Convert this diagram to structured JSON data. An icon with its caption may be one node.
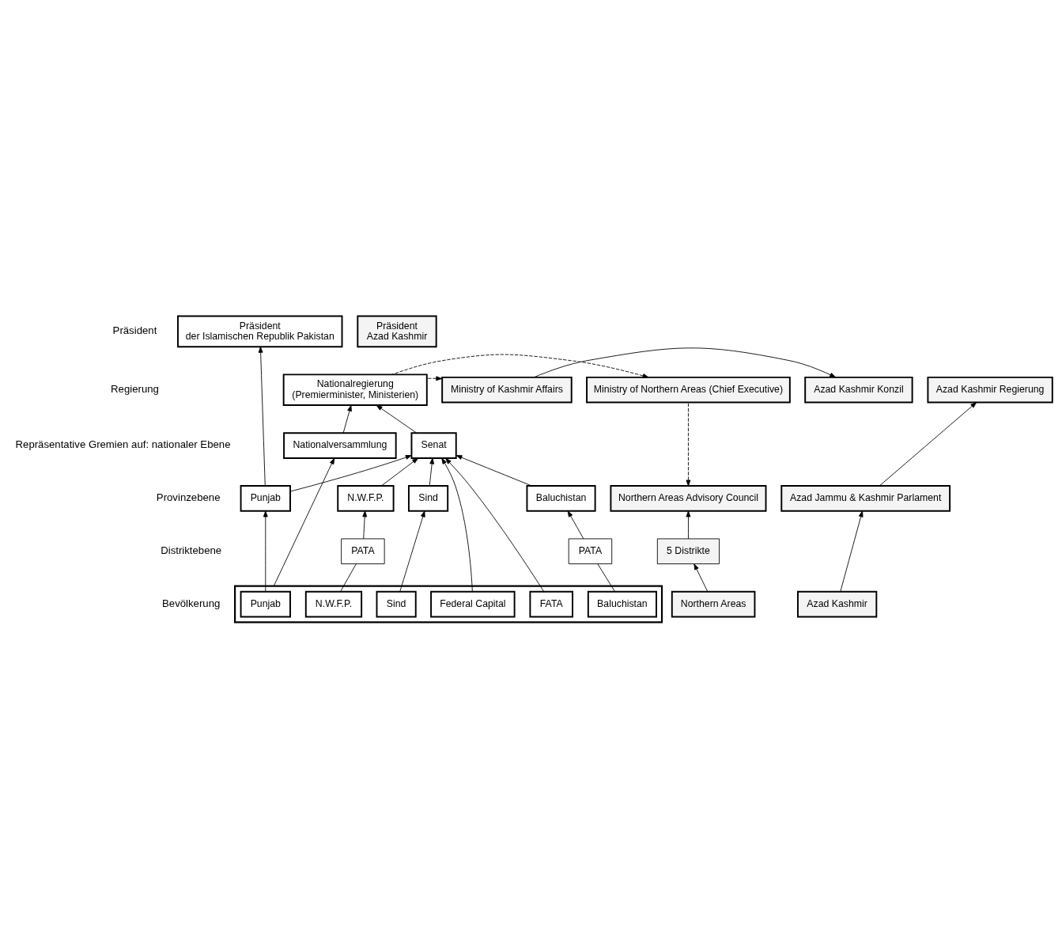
{
  "diagram": {
    "nodes": [
      {
        "text": [
          "Präsident",
          "der Islamischen Republik Pakistan"
        ]
      },
      {
        "text": [
          "Präsident",
          "Azad Kashmir"
        ]
      },
      {
        "text": [
          "Nationalregierung",
          "(Premierminister, Ministerien)"
        ]
      },
      {
        "text": [
          "Ministry of Kashmir Affairs"
        ]
      },
      {
        "text": [
          "Ministry of Northern Areas (Chief Executive)"
        ]
      },
      {
        "text": [
          "Azad Kashmir Konzil"
        ]
      },
      {
        "text": [
          "Azad Kashmir Regierung"
        ]
      },
      {
        "text": [
          "Nationalversammlung"
        ]
      },
      {
        "text": [
          "Senat"
        ]
      },
      {
        "text": [
          "Punjab"
        ]
      },
      {
        "text": [
          "N.W.F.P."
        ]
      },
      {
        "text": [
          "Sind"
        ]
      },
      {
        "text": [
          "Baluchistan"
        ]
      },
      {
        "text": [
          "Northern Areas Advisory Council"
        ]
      },
      {
        "text": [
          "Azad Jammu & Kashmir Parlament"
        ]
      },
      {
        "text": [
          "PATA"
        ]
      },
      {
        "text": [
          "PATA"
        ]
      },
      {
        "text": [
          "5 Distrikte"
        ]
      },
      {
        "text": [],
        "shape": "box"
      },
      {
        "text": [
          "Punjab"
        ],
        "in": 18
      },
      {
        "text": [
          "N.W.F.P."
        ],
        "in": 18
      },
      {
        "text": [
          "Sind"
        ],
        "in": 18
      },
      {
        "text": [
          "Baluchistan"
        ],
        "in": 18
      },
      {
        "text": [
          "Federal Capital"
        ],
        "in": 18
      },
      {
        "text": [
          "FATA"
        ],
        "in": 18
      },
      {
        "text": [
          "Northern Areas"
        ]
      },
      {
        "text": [
          "Azad Kashmir"
        ]
      }
    ],
    "edges": [
      {
        "from": 19,
        "to": 9,
        "arrow": "to"
      },
      {
        "from": 20,
        "to": 15,
        "arrow": "none"
      },
      {
        "from": 15,
        "to": 10,
        "arrow": "to"
      },
      {
        "from": 21,
        "to": 11,
        "arrow": "to"
      },
      {
        "from": 22,
        "to": 16,
        "arrow": "none"
      },
      {
        "from": 16,
        "to": 12,
        "arrow": "to"
      },
      {
        "from": 9,
        "to": 8,
        "arrow": "to"
      },
      {
        "from": 10,
        "to": 8,
        "arrow": "to"
      },
      {
        "from": 11,
        "to": 8,
        "arrow": "to"
      },
      {
        "from": 12,
        "to": 8,
        "arrow": "to"
      },
      {
        "from": 23,
        "to": 8,
        "arrow": "to"
      },
      {
        "from": 24,
        "to": 8,
        "arrow": "to"
      },
      {
        "from": 7,
        "to": 2,
        "arrow": "to"
      },
      {
        "from": 8,
        "to": 2,
        "arrow": "to"
      },
      {
        "from": 9,
        "to": 0,
        "arrow": "to"
      },
      {
        "from": 18,
        "to": 7,
        "arrow": "to"
      },
      {
        "from": 2,
        "to": 3,
        "arrow": "to",
        "style": "dashed"
      },
      {
        "from": 2,
        "to": 4,
        "arrow": "to",
        "style": "dashed"
      },
      {
        "from": 3,
        "to": 5,
        "arrow": "to"
      },
      {
        "from": 4,
        "to": 13,
        "arrow": "to",
        "style": "dashed"
      },
      {
        "from": 25,
        "to": 17,
        "arrow": "to"
      },
      {
        "from": 17,
        "to": 13,
        "arrow": "to"
      },
      {
        "from": 26,
        "to": 14,
        "arrow": "to"
      },
      {
        "from": 14,
        "to": 6,
        "arrow": "to"
      }
    ],
    "labels": [
      "Präsident",
      "Regierung",
      "Repräsentative Gremien auf: nationaler Ebene",
      "Provinzebene",
      "Distriktebene",
      "Bevölkerung"
    ]
  }
}
